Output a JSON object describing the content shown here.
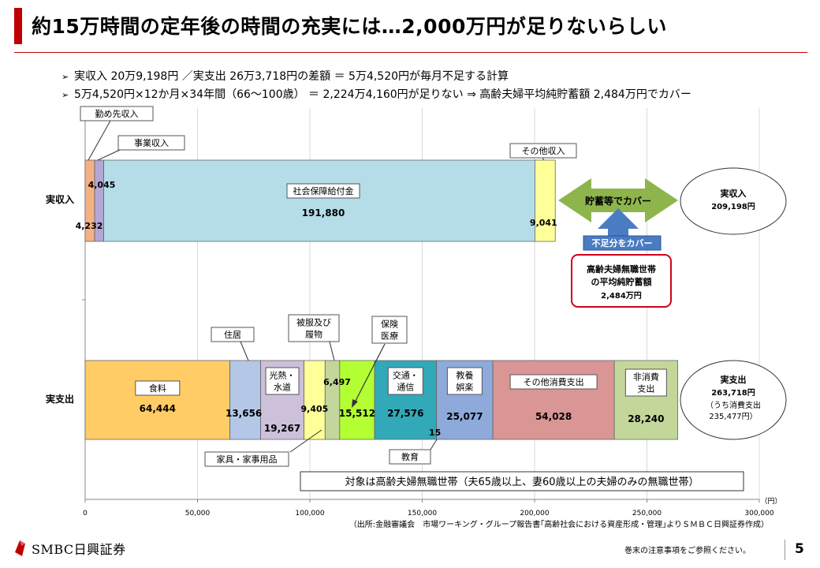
{
  "title": "約15万時間の定年後の時間の充実には…2,000万円が足りないらしい",
  "bullets": [
    "実収入 20万9,198円 ／実支出 26万3,718円の差額 ＝ 5万4,520円が毎月不足する計算",
    "5万4,520円×12か月×34年間（66〜100歳） ＝ 2,224万4,160円が足りない ⇒ 高齢夫婦平均純貯蓄額 2,484万円でカバー"
  ],
  "bullet_mark": "➢",
  "colors": {
    "accent": "#c00000",
    "green_arrow": "#8db54c",
    "blue_box": "#4a7cc2"
  },
  "chart_data": {
    "type": "bar",
    "orientation": "horizontal-stacked",
    "xlim": [
      0,
      300000
    ],
    "x_ticks": [
      0,
      50000,
      100000,
      150000,
      200000,
      250000,
      300000
    ],
    "x_tick_labels": [
      "0",
      "50,000",
      "100,000",
      "150,000",
      "200,000",
      "250,000",
      "300,000"
    ],
    "unit": "（円）",
    "categories": [
      "実収入",
      "実支出"
    ],
    "income": [
      {
        "name": "勤め先収入",
        "value": 4232,
        "value_label": "4,232",
        "color": "#f4b183"
      },
      {
        "name": "事業収入",
        "value": 4045,
        "value_label": "4,045",
        "color": "#b4a7d6"
      },
      {
        "name": "社会保障給付金",
        "value": 191880,
        "value_label": "191,880",
        "color": "#b4dde8"
      },
      {
        "name": "その他収入",
        "value": 9041,
        "value_label": "9,041",
        "color": "#ffff99"
      }
    ],
    "expense": [
      {
        "name": "食料",
        "value": 64444,
        "value_label": "64,444",
        "color": "#ffcc66"
      },
      {
        "name": "住居",
        "value": 13656,
        "value_label": "13,656",
        "color": "#b4c7e7"
      },
      {
        "name": "光熱・水道",
        "value": 19267,
        "value_label": "19,267",
        "color": "#ccc0da"
      },
      {
        "name": "家具・家事用品",
        "value": 9405,
        "value_label": "9,405",
        "color": "#ffff99"
      },
      {
        "name": "被服及び履物",
        "value": 6497,
        "value_label": "6,497",
        "color": "#c3d69b"
      },
      {
        "name": "保険医療",
        "value": 15512,
        "value_label": "15,512",
        "color": "#b3ff33"
      },
      {
        "name": "交通・通信",
        "value": 27576,
        "value_label": "27,576",
        "color": "#31a9b8"
      },
      {
        "name": "教育",
        "value": 15,
        "value_label": "15",
        "color": "#7fa7d6"
      },
      {
        "name": "教養娯楽",
        "value": 25077,
        "value_label": "25,077",
        "color": "#8eaadb"
      },
      {
        "name": "その他消費支出",
        "value": 54028,
        "value_label": "54,028",
        "color": "#d99694"
      },
      {
        "name": "非消費支出",
        "value": 28240,
        "value_label": "28,240",
        "color": "#c4d79b"
      }
    ],
    "callouts": {
      "work_income": "勤め先収入",
      "business_income": "事業収入",
      "social_security": "社会保障給付金",
      "other_income": "その他収入",
      "housing": "住居",
      "clothing_1": "被服及び",
      "clothing_2": "履物",
      "medical_1": "保険",
      "medical_2": "医療",
      "furniture": "家具・家事用品",
      "education": "教育",
      "food": "食料",
      "utilities_1": "光熱・",
      "utilities_2": "水道",
      "transport_1": "交通・",
      "transport_2": "通信",
      "culture_1": "教養",
      "culture_2": "娯楽",
      "other_exp": "その他消費支出",
      "nonconsume_1": "非消費",
      "nonconsume_2": "支出"
    },
    "cover_arrow_label": "貯蓄等でカバー",
    "shortfall_label": "不足分をカバー",
    "savings_box": [
      "高齢夫婦無職世帯",
      "の平均純貯蓄額",
      "2,484万円"
    ],
    "income_oval": [
      "実収入",
      "209,198円"
    ],
    "expense_oval": [
      "実支出",
      "263,718円",
      "（うち消費支出",
      "235,477円）"
    ],
    "target_note": "対象は高齢夫婦無職世帯（夫65歳以上、妻60歳以上の夫婦のみの無職世帯）",
    "source": "（出所:金融審議会　市場ワーキング・グループ報告書｢高齢社会における資産形成・管理｣よりＳＭＢＣ日興証券作成）"
  },
  "footer": {
    "logo": "SMBC日興証券",
    "note": "巻末の注意事項をご参照ください。",
    "page": "5"
  }
}
